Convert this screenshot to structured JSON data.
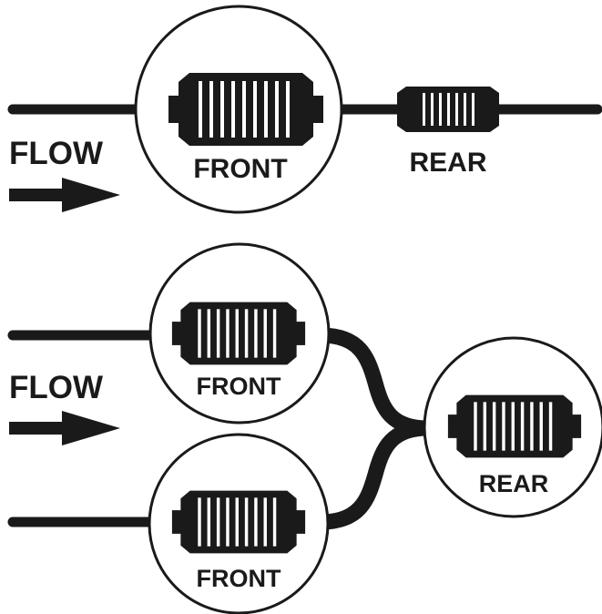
{
  "top": {
    "flow_label": "FLOW",
    "front_label": "FRONT",
    "rear_label": "REAR"
  },
  "bottom": {
    "flow_label": "FLOW",
    "front_upper_label": "FRONT",
    "front_lower_label": "FRONT",
    "rear_label": "REAR"
  },
  "colors": {
    "ink": "#1a1a1a",
    "paper": "#ffffff"
  },
  "icons": [
    "flow-arrow-icon",
    "catalytic-converter-icon"
  ]
}
